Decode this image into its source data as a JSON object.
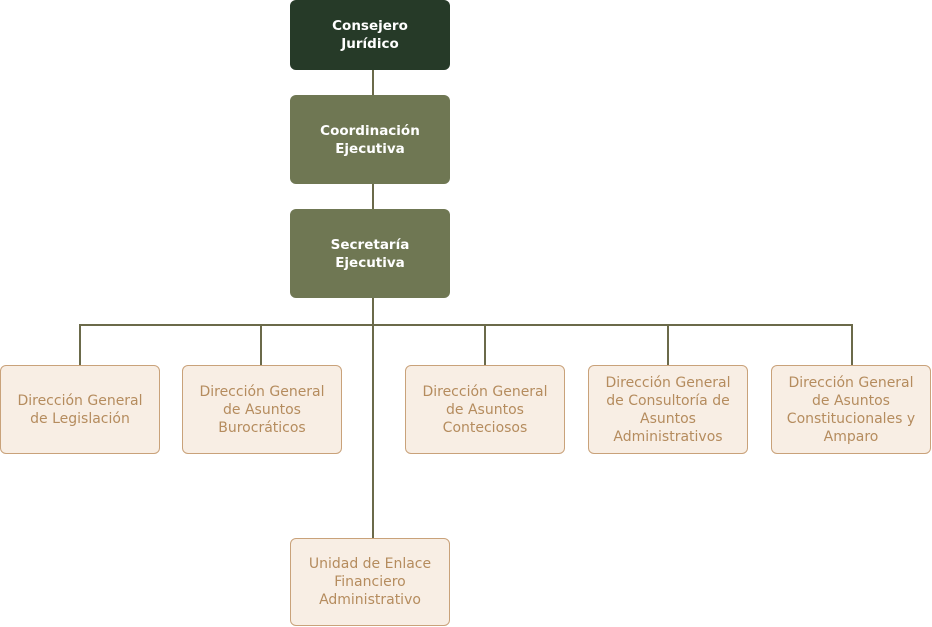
{
  "org_chart": {
    "level_1": {
      "label": "Consejero\nJurídico"
    },
    "level_2": {
      "label": "Coordinación\nEjecutiva"
    },
    "level_3": {
      "label": "Secretaría\nEjecutiva"
    },
    "directions": [
      {
        "label": "Dirección General\nde Legislación"
      },
      {
        "label": "Dirección General\nde Asuntos\nBurocráticos"
      },
      {
        "label": "Dirección General\nde Asuntos\nConteciosos"
      },
      {
        "label": "Dirección General\nde Consultoría de\nAsuntos\nAdministrativos"
      },
      {
        "label": "Dirección General\nde Asuntos\nConstitucionales y\nAmparo"
      }
    ],
    "unit": {
      "label": "Unidad de Enlace\nFinanciero\nAdministrativo"
    }
  },
  "colors": {
    "top": "#263a28",
    "mid": "#6f7753",
    "light_fill": "#f8eee4",
    "light_border": "#c9a27a",
    "light_text": "#b58c5e",
    "connector": "#6b6a4a"
  }
}
